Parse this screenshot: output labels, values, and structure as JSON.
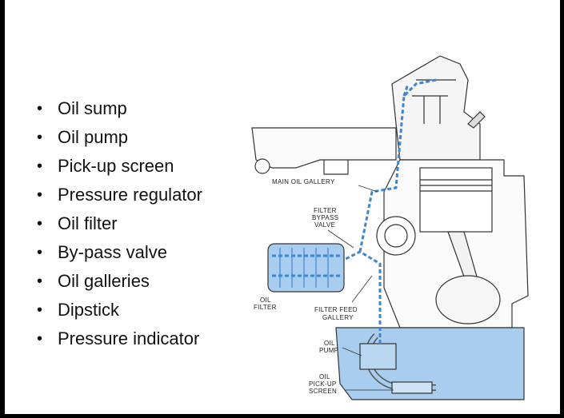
{
  "bullets": [
    "Oil sump",
    "Oil pump",
    "Pick-up screen",
    "Pressure regulator",
    "Oil filter",
    "By-pass valve",
    "Oil galleries",
    "Dipstick",
    "Pressure indicator"
  ],
  "diagram": {
    "labels": {
      "main_oil_gallery": "MAIN OIL GALLERY",
      "filter_bypass_1": "FILTER",
      "filter_bypass_2": "BYPASS",
      "filter_bypass_3": "VALVE",
      "oil_filter_1": "OIL",
      "oil_filter_2": "FILTER",
      "filter_feed_1": "FILTER FEED",
      "filter_feed_2": "GALLERY",
      "oil_pump_1": "OIL",
      "oil_pump_2": "PUMP",
      "pickup_1": "OIL",
      "pickup_2": "PICK-UP",
      "pickup_3": "SCREEN"
    }
  },
  "colors": {
    "oil": "#a9cdee",
    "oil_flow": "#3f86d0",
    "line": "#333333"
  }
}
